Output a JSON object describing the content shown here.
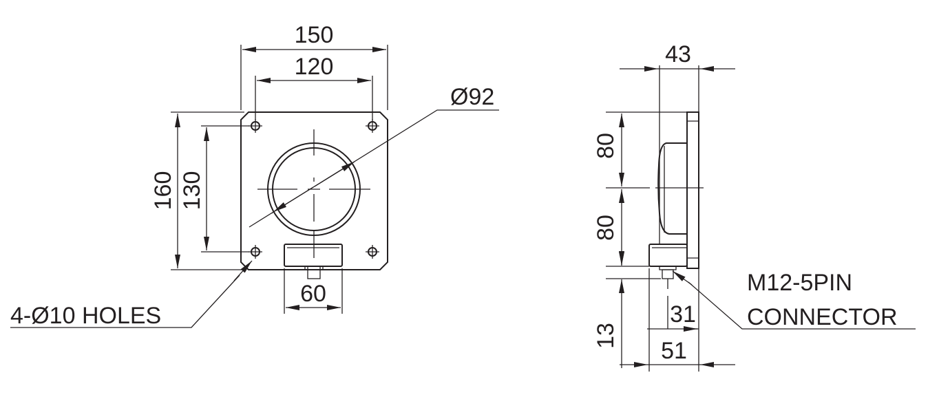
{
  "front_view": {
    "dim_width_outer": "150",
    "dim_width_holes": "120",
    "dim_height_outer": "160",
    "dim_height_holes": "130",
    "dim_diameter": "Ø92",
    "dim_connector_width": "60",
    "holes_note": "4-Ø10 HOLES"
  },
  "side_view": {
    "dim_depth": "43",
    "dim_upper_half": "80",
    "dim_lower_half": "80",
    "dim_connector_offset": "13",
    "dim_connector_depth": "31",
    "dim_total_depth": "51",
    "connector_note_line1": "M12-5PIN",
    "connector_note_line2": "CONNECTOR"
  }
}
